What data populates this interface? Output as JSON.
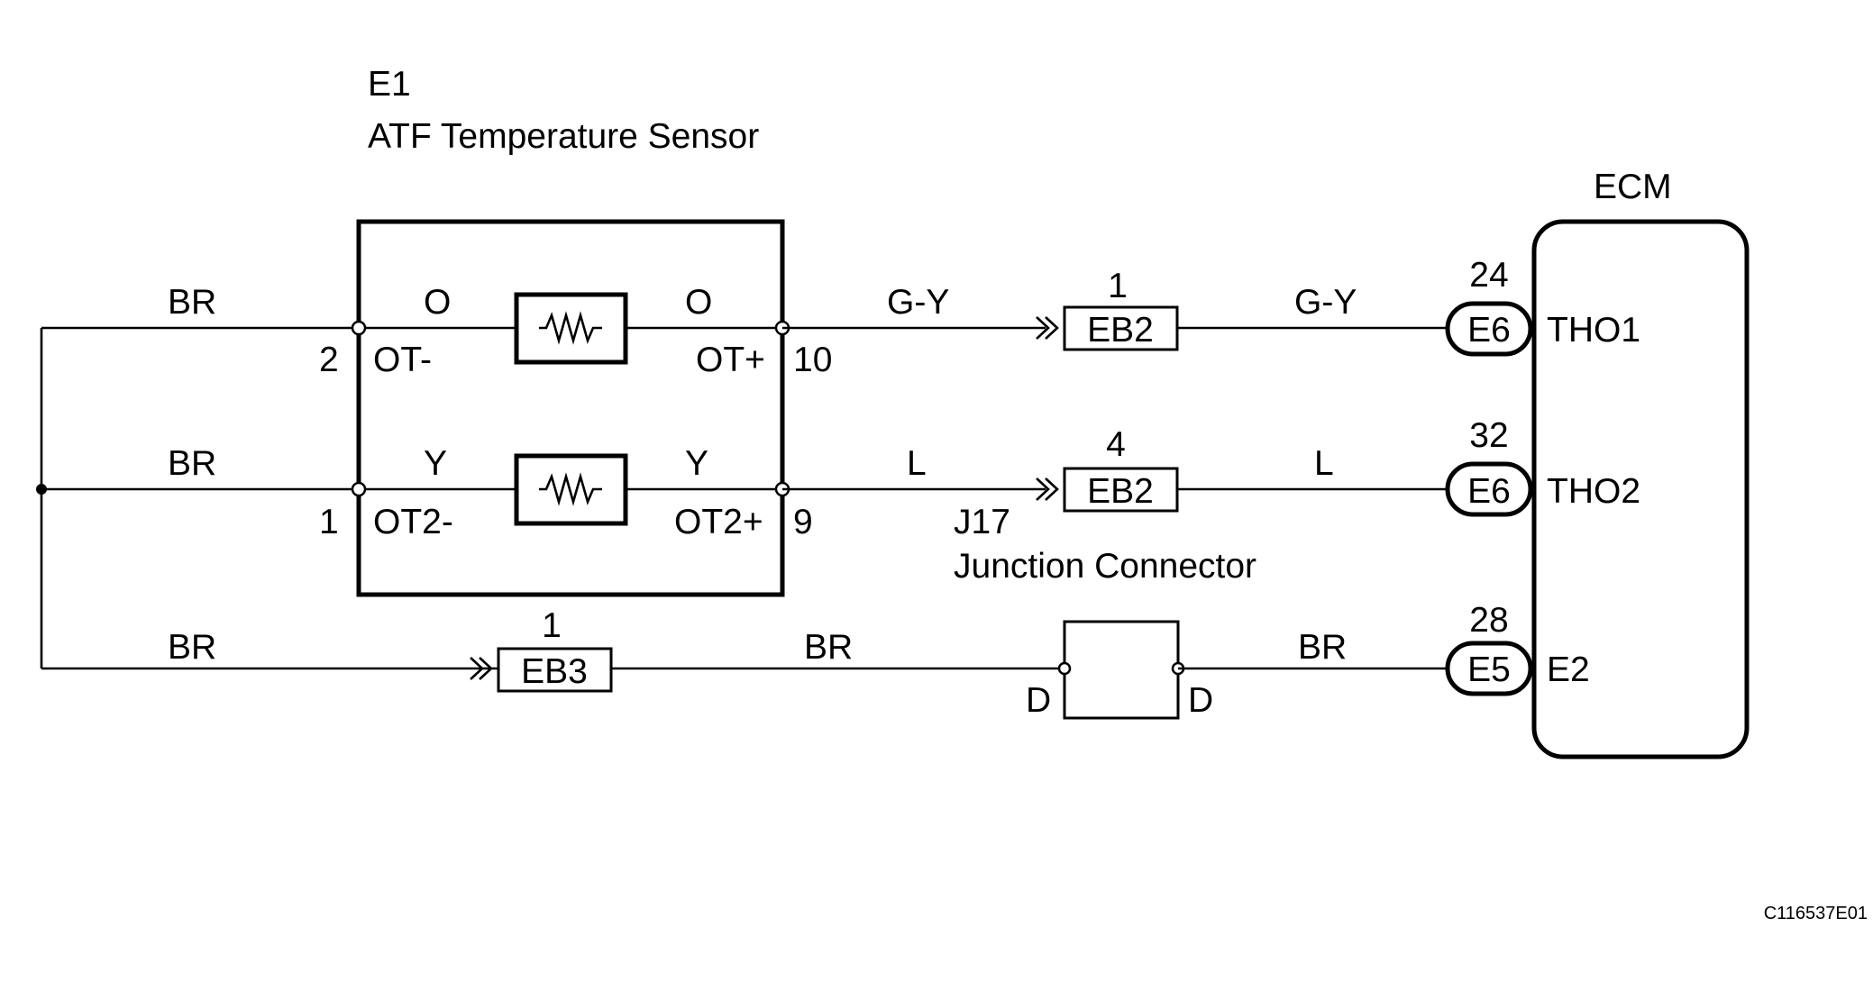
{
  "sensor": {
    "id": "E1",
    "name": "ATF Temperature Sensor",
    "pins": {
      "ot_minus": {
        "num": "2",
        "name": "OT-"
      },
      "ot2_minus": {
        "num": "1",
        "name": "OT2-"
      },
      "ot_plus": {
        "num": "10",
        "name": "OT+"
      },
      "ot2_plus": {
        "num": "9",
        "name": "OT2+"
      }
    },
    "inner_colors": {
      "row1_left": "O",
      "row1_right": "O",
      "row2_left": "Y",
      "row2_right": "Y"
    }
  },
  "ecm": {
    "name": "ECM",
    "connectors": [
      {
        "pin": "24",
        "connector": "E6",
        "terminal": "THO1"
      },
      {
        "pin": "32",
        "connector": "E6",
        "terminal": "THO2"
      },
      {
        "pin": "28",
        "connector": "E5",
        "terminal": "E2"
      }
    ]
  },
  "inline_connectors": [
    {
      "pin": "1",
      "name": "EB2"
    },
    {
      "pin": "4",
      "name": "EB2"
    },
    {
      "pin": "1",
      "name": "EB3"
    }
  ],
  "junction": {
    "id": "J17",
    "name": "Junction Connector",
    "left_pin": "D",
    "right_pin": "D"
  },
  "wire_colors": {
    "left_top": "BR",
    "left_mid": "BR",
    "left_bottom": "BR",
    "row1_mid": "G-Y",
    "row1_right": "G-Y",
    "row2_mid": "L",
    "row2_right": "L",
    "row3_mid": "BR",
    "row3_right": "BR"
  },
  "figure_code": "C116537E01"
}
